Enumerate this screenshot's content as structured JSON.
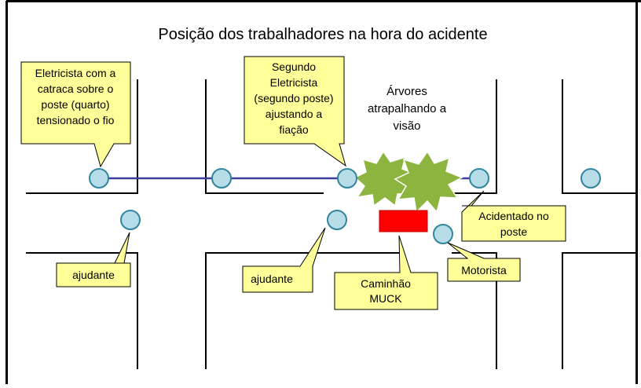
{
  "title": "Posição dos trabalhadores na hora do acidente",
  "callouts": {
    "eletricista1": [
      "Eletricista com a",
      "catraca sobre o",
      "poste (quarto)",
      "tensionado o fio"
    ],
    "eletricista2": [
      "Segundo",
      "Eletricista",
      "(segundo poste)",
      "ajustando a",
      "fiação"
    ],
    "acidentado": [
      "Acidentado no",
      "poste"
    ],
    "ajudante1": [
      "ajudante"
    ],
    "ajudante2": [
      "ajudante"
    ],
    "caminhao": [
      "Caminhão",
      "MUCK"
    ],
    "motorista": [
      "Motorista"
    ]
  },
  "trees_label": [
    "Árvores",
    "atrapalhando a",
    "visão"
  ],
  "colors": {
    "callout_fill": "#ffff99",
    "person_fill": "#b7dde8",
    "person_stroke": "#31859c",
    "wire": "#3b3b9a",
    "tree_fill": "#8db43e",
    "truck": "#ff0000"
  },
  "icons": {
    "person": "circle-marker",
    "tree": "starburst-tree",
    "truck": "red-rectangle"
  }
}
